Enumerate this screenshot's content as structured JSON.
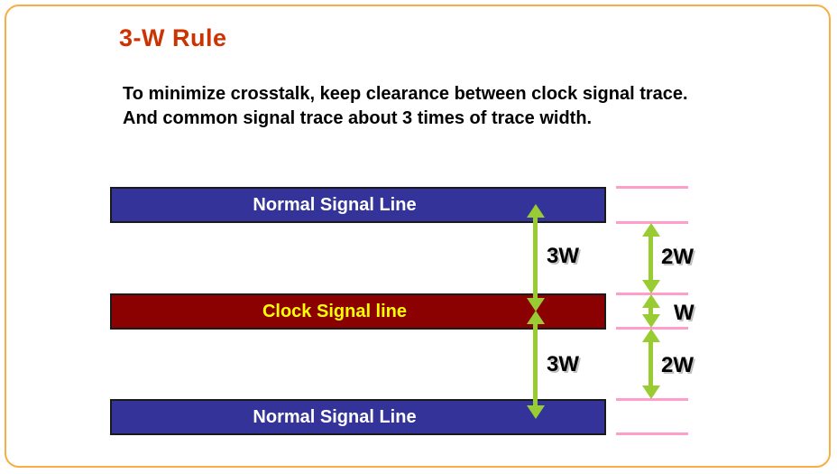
{
  "title": {
    "text": "3-W Rule"
  },
  "description": {
    "line1": "To minimize crosstalk, keep clearance between clock signal trace.",
    "line2": "And common signal trace about 3 times of trace width."
  },
  "diagram": {
    "bars": [
      {
        "id": "normal-top",
        "label": "Normal Signal Line"
      },
      {
        "id": "clock",
        "label": "Clock Signal line"
      },
      {
        "id": "normal-bottom",
        "label": "Normal Signal Line"
      }
    ],
    "center_spacings": [
      {
        "label": "3W"
      },
      {
        "label": "3W"
      }
    ],
    "edge_spacings": [
      {
        "label": "2W"
      },
      {
        "label": "W"
      },
      {
        "label": "2W"
      }
    ]
  },
  "colors": {
    "title-red": "#cc3300",
    "text-black": "#000000",
    "bar-blue": "#333399",
    "bar-maroon": "#8b0000",
    "bar-border": "#1a1a1a",
    "normal-label": "#ffffff",
    "clock-label": "#ffff00",
    "arrow-green": "#99cc33",
    "pink-line": "#ff9ecb",
    "frame-orange": "#faad42"
  }
}
